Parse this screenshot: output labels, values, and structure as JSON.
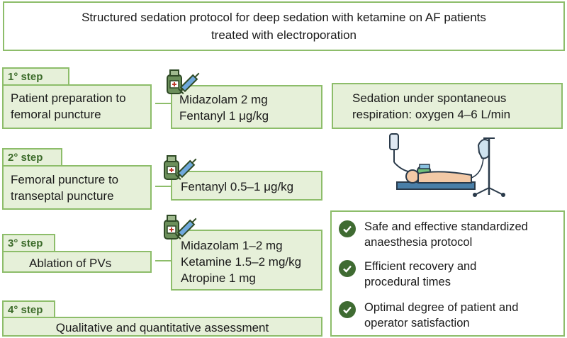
{
  "title": {
    "line1": "Structured sedation protocol for deep sedation with ketamine on AF patients",
    "line2": "treated with electroporation"
  },
  "steps": [
    {
      "tab": "1° step",
      "desc": [
        "Patient preparation to",
        "femoral puncture"
      ],
      "drugs": [
        "Midazolam 2 mg",
        "Fentanyl 1 μg/kg"
      ],
      "drug_icon": "syringe-vial-icon"
    },
    {
      "tab": "2° step",
      "desc": [
        "Femoral puncture to",
        "transeptal puncture"
      ],
      "drugs": [
        "Fentanyl 0.5–1 μg/kg"
      ],
      "drug_icon": "syringe-vial-icon"
    },
    {
      "tab": "3° step",
      "desc": [
        "Ablation of PVs"
      ],
      "drugs": [
        "Midazolam 1–2 mg",
        "Ketamine 1.5–2 mg/kg",
        "Atropine 1 mg"
      ],
      "drug_icon": "syringe-vial-icon"
    },
    {
      "tab": "4° step",
      "desc": [
        "Qualitative and quantitative assessment"
      ]
    }
  ],
  "sedation": {
    "line1": "Sedation under spontaneous",
    "line2": "respiration: oxygen 4–6 L/min",
    "illustration": "patient-oxygen-iv-illustration"
  },
  "outcomes": [
    [
      "Safe and effective standardized",
      "anaesthesia protocol"
    ],
    [
      "Efficient recovery and",
      "procedural times"
    ],
    [
      "Optimal degree of patient and",
      "operator satisfaction"
    ]
  ],
  "colors": {
    "border_green": "#8dbd6a",
    "fill_green": "#e6f0d9",
    "step_text": "#3c6b2a",
    "check_green": "#3f6b32"
  }
}
